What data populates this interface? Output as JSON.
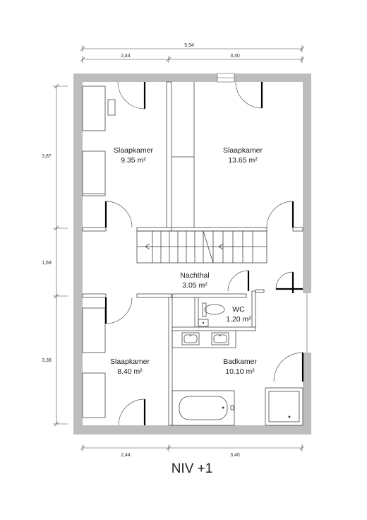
{
  "title": "NIV +1",
  "dimensions": {
    "top_total": "5,94",
    "top_left": "2,44",
    "top_right": "3,40",
    "bottom_left": "2,44",
    "bottom_right": "3,40",
    "left_top": "3,87",
    "left_mid": "1,69",
    "left_bottom": "3,38"
  },
  "rooms": [
    {
      "name": "Slaapkamer",
      "area": "9.35 m²"
    },
    {
      "name": "Slaapkamer",
      "area": "13.65 m²"
    },
    {
      "name": "Nachthal",
      "area": "3.05 m²"
    },
    {
      "name": "WC",
      "area": "1.20 m²"
    },
    {
      "name": "Slaapkamer",
      "area": "8.40 m²"
    },
    {
      "name": "Badkamer",
      "area": "10.10 m²"
    }
  ],
  "colors": {
    "wall": "#bdbdbd",
    "line": "#444444",
    "door": "#000000"
  }
}
